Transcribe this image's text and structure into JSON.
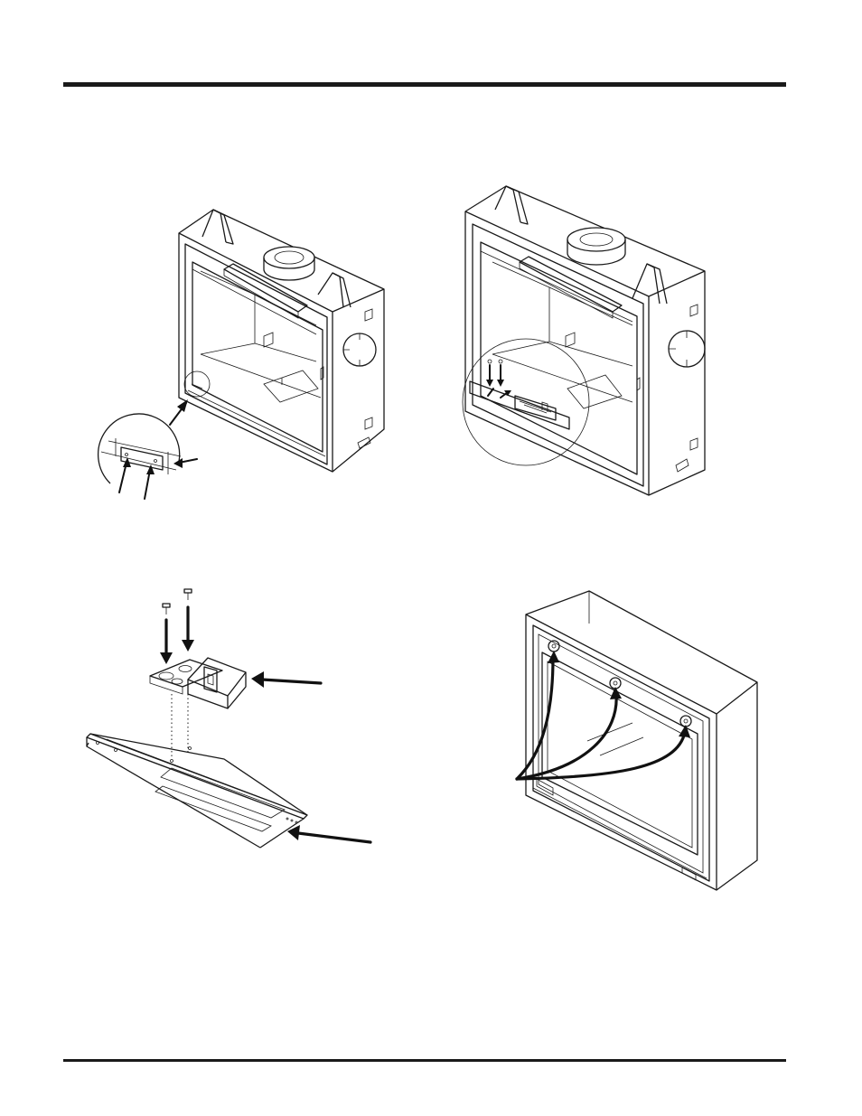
{
  "page": {
    "figures": [
      {
        "id": "fig-top-left",
        "icon": "fireplace-remove-panel-illustration"
      },
      {
        "id": "fig-top-right",
        "icon": "fireplace-valve-bracket-illustration"
      },
      {
        "id": "fig-bottom-left",
        "icon": "switch-bracket-assembly-illustration"
      },
      {
        "id": "fig-bottom-right",
        "icon": "fireplace-glass-door-illustration"
      }
    ]
  }
}
